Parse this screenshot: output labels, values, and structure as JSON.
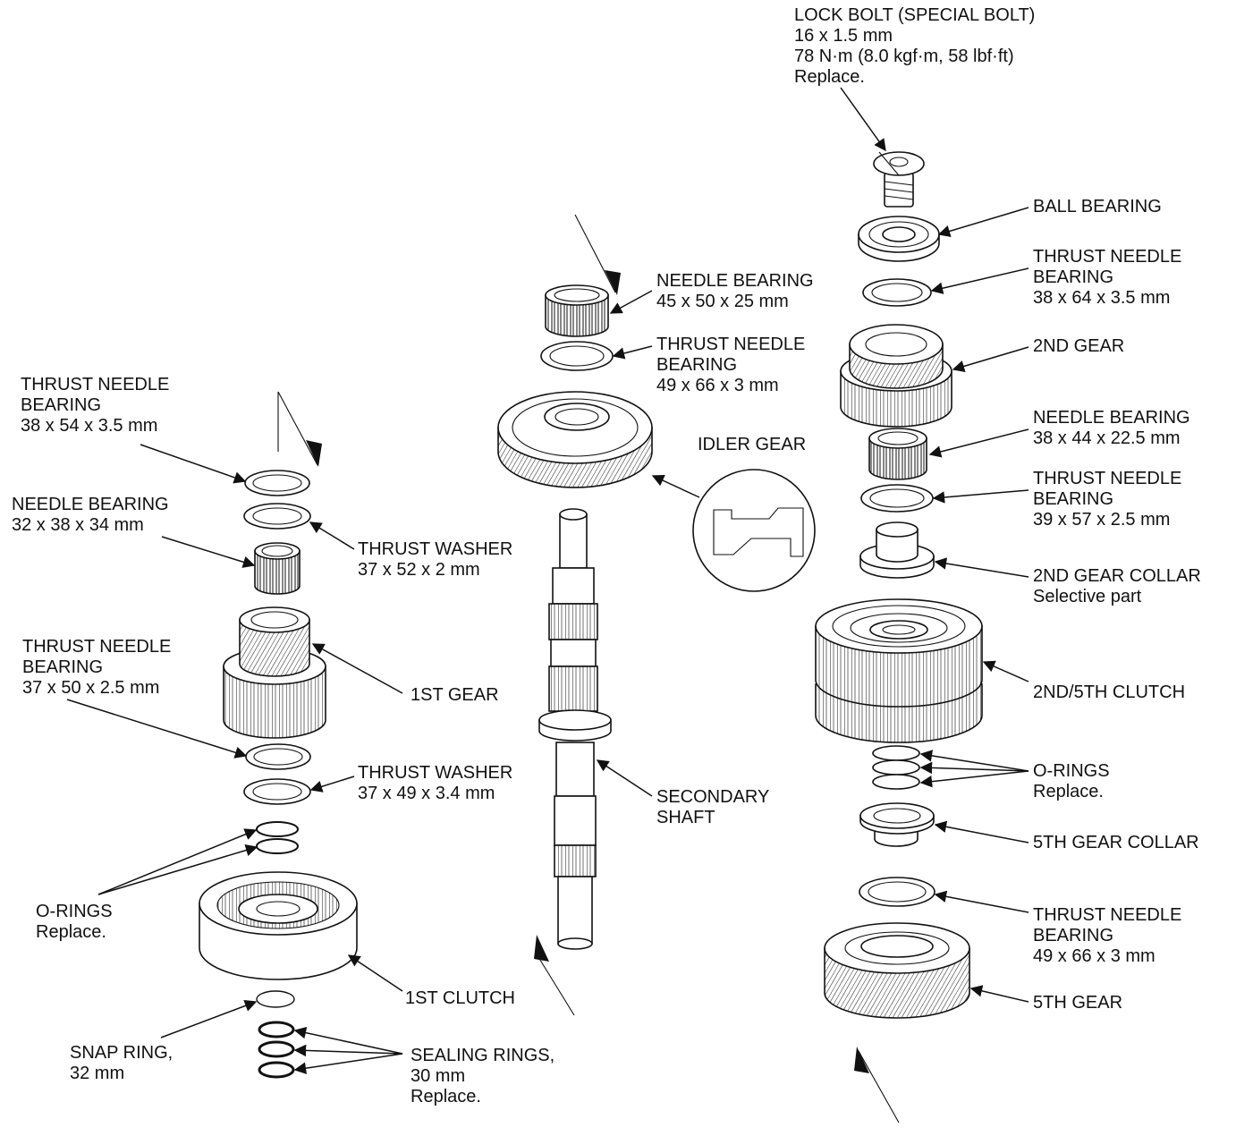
{
  "labels": {
    "lock_bolt": [
      "LOCK BOLT (SPECIAL BOLT)",
      "16 x 1.5 mm",
      "78 N·m (8.0 kgf·m, 58 lbf·ft)",
      "Replace."
    ],
    "ball_bearing": [
      "BALL BEARING"
    ],
    "tnb_38_64": [
      "THRUST NEEDLE",
      "BEARING",
      "38 x 64 x 3.5 mm"
    ],
    "second_gear": [
      "2ND GEAR"
    ],
    "nb_38_44": [
      "NEEDLE BEARING",
      "38 x 44 x 22.5 mm"
    ],
    "tnb_39_57": [
      "THRUST NEEDLE",
      "BEARING",
      "39 x 57 x 2.5 mm"
    ],
    "second_gear_collar": [
      "2ND GEAR COLLAR",
      "Selective part"
    ],
    "clutch_2_5": [
      "2ND/5TH CLUTCH"
    ],
    "orings_right": [
      "O-RINGS",
      "Replace."
    ],
    "fifth_gear_collar": [
      "5TH GEAR COLLAR"
    ],
    "tnb_49_66_right": [
      "THRUST NEEDLE",
      "BEARING",
      "49 x 66 x 3 mm"
    ],
    "fifth_gear": [
      "5TH GEAR"
    ],
    "nb_45_50": [
      "NEEDLE BEARING",
      "45 x 50 x 25 mm"
    ],
    "tnb_49_66_mid": [
      "THRUST NEEDLE",
      "BEARING",
      "49 x 66 x 3 mm"
    ],
    "idler_gear": [
      "IDLER GEAR"
    ],
    "secondary_shaft": [
      "SECONDARY",
      "SHAFT"
    ],
    "tnb_38_54": [
      "THRUST NEEDLE",
      "BEARING",
      "38 x 54 x 3.5 mm"
    ],
    "nb_32_38": [
      "NEEDLE BEARING",
      "32 x 38 x 34 mm"
    ],
    "thrust_washer_37_52": [
      "THRUST WASHER",
      "37 x 52 x 2 mm"
    ],
    "tnb_37_50": [
      "THRUST NEEDLE",
      "BEARING",
      "37 x 50 x 2.5 mm"
    ],
    "first_gear": [
      "1ST GEAR"
    ],
    "thrust_washer_37_49": [
      "THRUST WASHER",
      "37 x 49 x 3.4 mm"
    ],
    "orings_left": [
      "O-RINGS",
      "Replace."
    ],
    "first_clutch": [
      "1ST CLUTCH"
    ],
    "snap_ring": [
      "SNAP RING,",
      "32 mm"
    ],
    "sealing_rings": [
      "SEALING RINGS,",
      "30 mm",
      "Replace."
    ]
  }
}
